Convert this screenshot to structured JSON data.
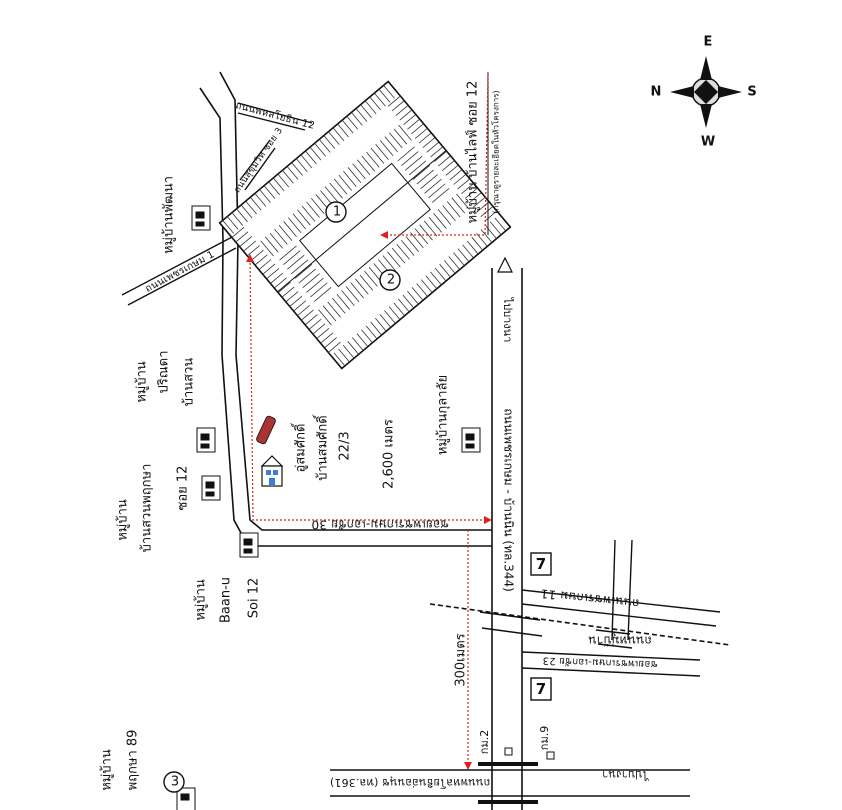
{
  "compass": {
    "n": "N",
    "s": "S",
    "e": "E",
    "w": "W"
  },
  "roads": {
    "soi12": "ถนนพหลโยธิน 12",
    "soi_left_diag": "ถนนสุขุมวิท ซอย 3",
    "phetkasem1": "ถนนเพชรเกษม 1",
    "soi30": "ซอยเพชรเกษม-เอกชัย 30",
    "main_vertical": "ถนนเพชรเกษม - บ้านนิน (ทล.344)",
    "to_bangna": "ไปบางนา",
    "road11": "ถนนเพชรเกษม 11",
    "road23": "ซอยเพชรเกษม-เอกชัย 23",
    "bottom_highway": "ถนนพหลโยธินอ่อนนุช (ทล.361)",
    "bottom_right": "ไปบางนา",
    "vertical_road2": "ถนนหมู่บ้าน"
  },
  "villages": {
    "phatthana": "หมู่บ้านพัฒนา",
    "pruksa_top_1": "หมู่บ้าน",
    "pruksa_top_2": "บ้านสวนพฤกษา",
    "soi12_label": "ซอย 12",
    "parinta_1": "หมู่บ้าน",
    "parinta_2": "ปริณดา",
    "parinta_3": "บ้านสวน",
    "baan_u_1": "หมู่บ้าน",
    "baan_u_2": "Baan-u",
    "baan_u_3": "Soi 12",
    "pruksa89_1": "หมู่บ้าน",
    "pruksa89_2": "พฤกษา 89",
    "kunalai": "หมู่บ้านกุลาลัย",
    "right_village_1": "หมู่บ้าน บ้านไลฟ์ ซอย 12",
    "right_village_2": "(กรุณาดูรายละเอียดในหัวโครงการ)"
  },
  "project": {
    "name_1": "อู่สมศักดิ์",
    "name_2": "บ้านสมศักดิ์",
    "number": "22/3"
  },
  "distances": {
    "d1": "2,600 เมตร",
    "d2": "300เมตร"
  },
  "markers": {
    "m1": "1",
    "m2": "2",
    "m3": "3"
  },
  "km": {
    "km2": "กม.2",
    "km9": "กม.9"
  },
  "seven": "7",
  "colors": {
    "route": "#e02020",
    "line": "#111111",
    "plot": "#222222",
    "badge_bg": "#ffffff"
  }
}
